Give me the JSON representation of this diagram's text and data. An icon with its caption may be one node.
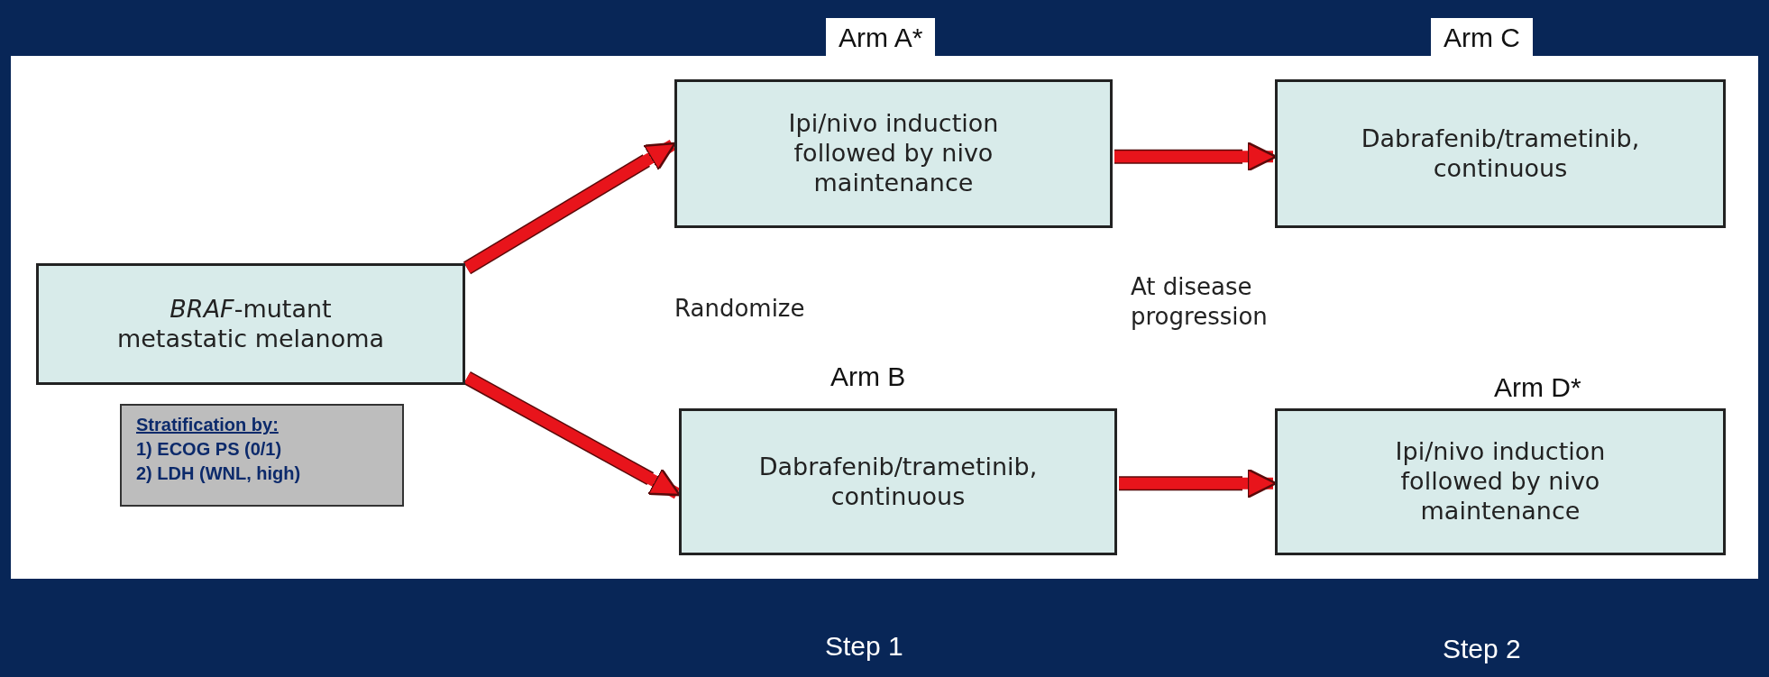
{
  "diagram": {
    "nodes": [
      {
        "text": [
          "*BRAF*-mutant metastatic melanoma"
        ]
      },
      {
        "text": [
          "Stratification by:",
          "1) ECOG PS (0/1)",
          "2) LDH (WNL, high)"
        ]
      },
      {
        "text": [
          "Arm A*",
          "Ipi/nivo induction followed by nivo maintenance"
        ]
      },
      {
        "text": [
          "Arm C",
          "Dabrafenib/trametinib, continuous"
        ]
      },
      {
        "text": [
          "Arm B",
          "Dabrafenib/trametinib, continuous"
        ]
      },
      {
        "text": [
          "Arm D*",
          "Ipi/nivo induction followed by nivo maintenance"
        ]
      }
    ],
    "edges": [
      {
        "from": 0,
        "to": 2,
        "arrow": "to"
      },
      {
        "from": 0,
        "to": 4,
        "arrow": "to"
      },
      {
        "from": 2,
        "to": 3,
        "arrow": "to"
      },
      {
        "from": 4,
        "to": 5,
        "arrow": "to"
      }
    ],
    "labels": [
      "Randomize",
      "At disease progression",
      "Step 1",
      "Step 2"
    ]
  }
}
